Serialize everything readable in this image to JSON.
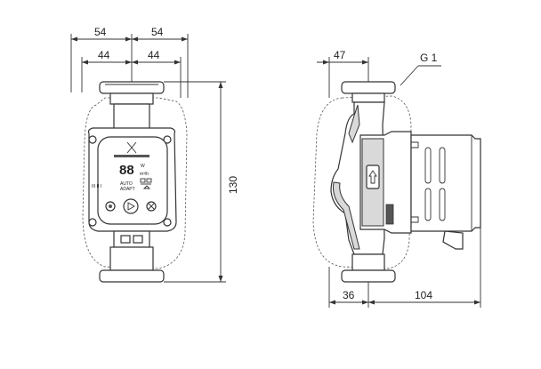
{
  "front_view": {
    "dim_outer_left": "54",
    "dim_outer_right": "54",
    "dim_inner_left": "44",
    "dim_inner_right": "44",
    "dim_height": "130",
    "display": {
      "digits": "88",
      "unit_top": "W",
      "unit_bottom": "m³/h",
      "mode_line1": "AUTO",
      "mode_line2": "ADAPT",
      "led_labels": "III  II  I"
    }
  },
  "side_view": {
    "dim_top": "47",
    "thread_label": "G 1",
    "dim_bottom_left": "36",
    "dim_bottom_right": "104"
  }
}
